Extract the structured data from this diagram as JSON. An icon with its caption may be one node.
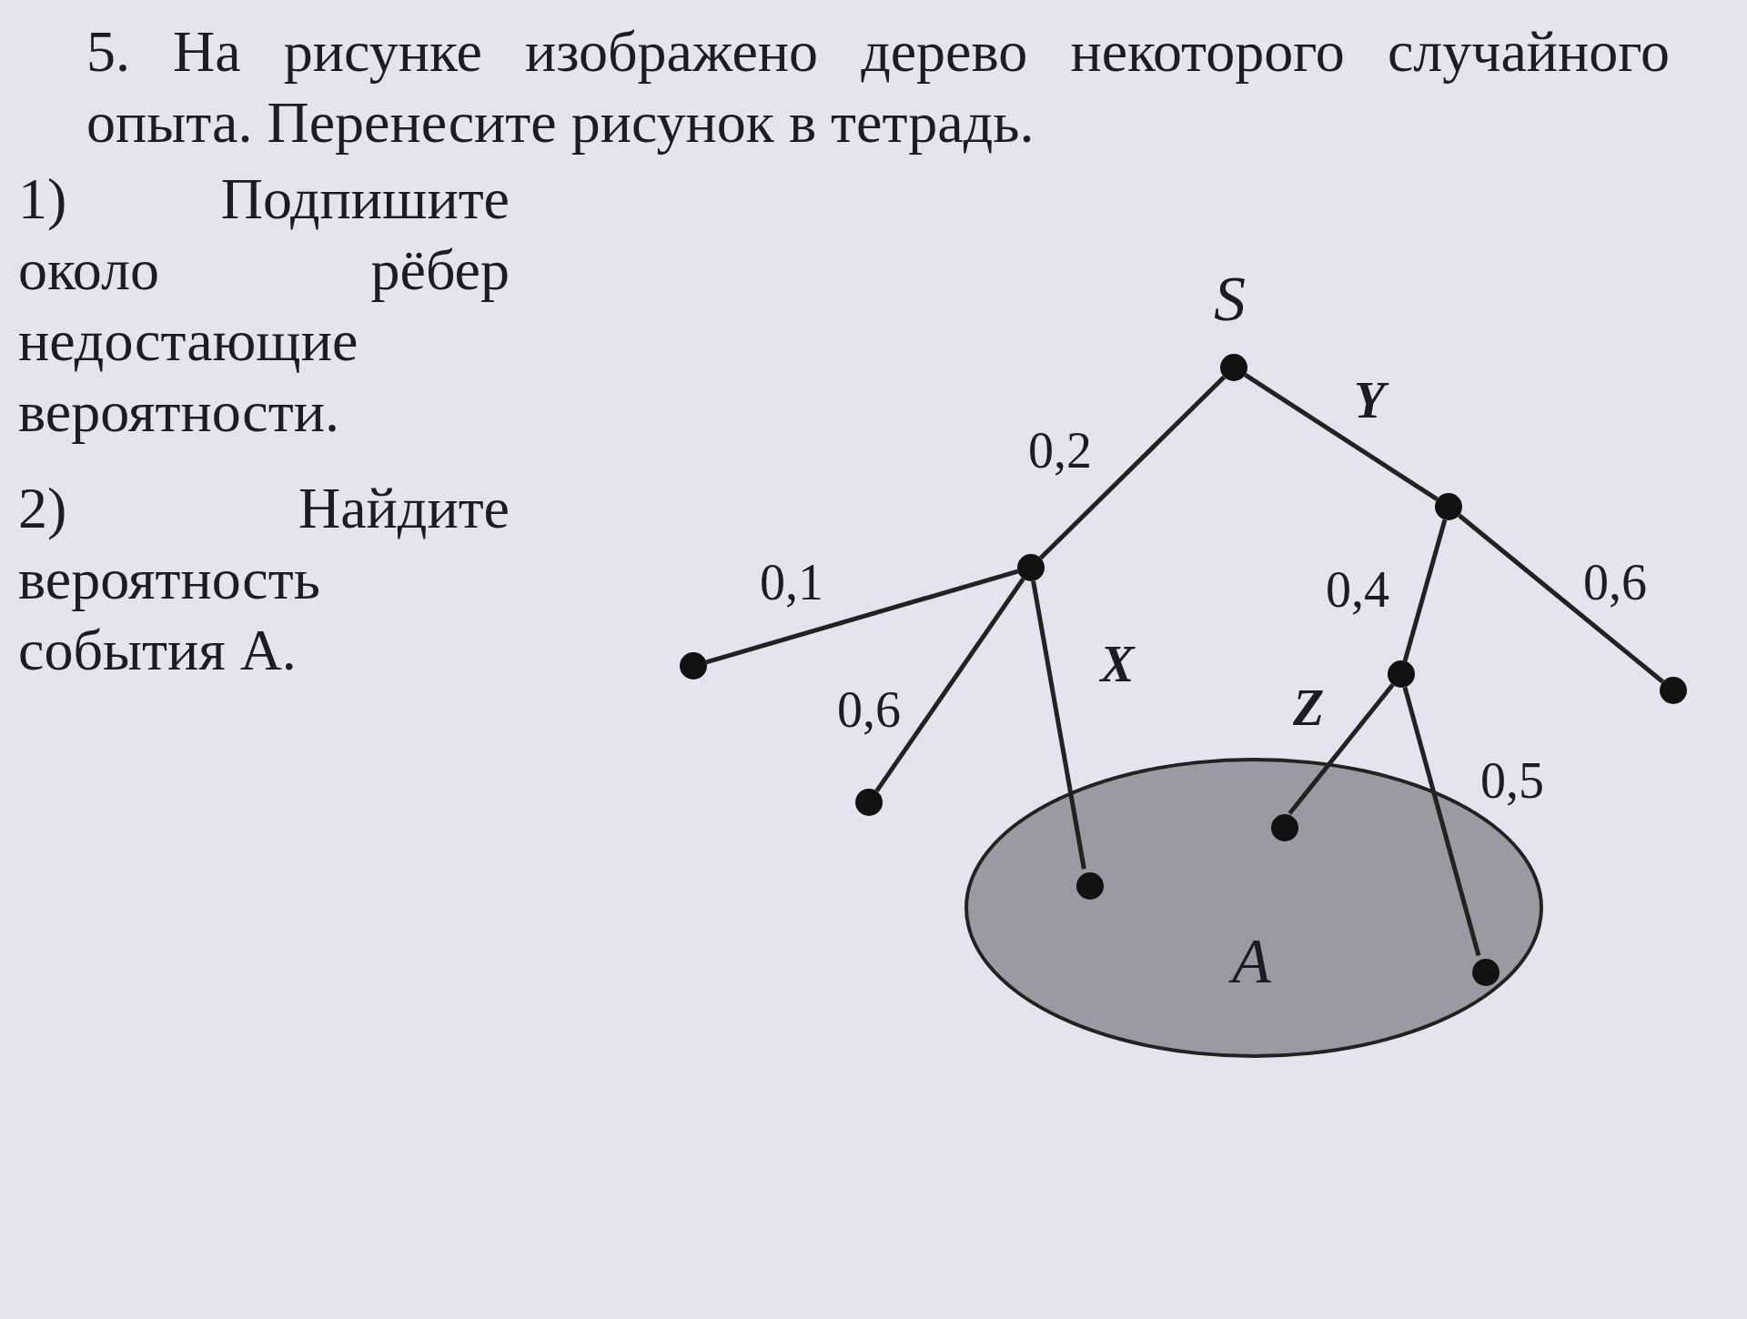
{
  "diagram": {
    "nodes": [
      {
        "text": [],
        "shape": "circle",
        "beside": [
          "S"
        ]
      },
      {
        "text": [],
        "shape": "circle"
      },
      {
        "text": [],
        "shape": "circle"
      },
      {
        "text": [],
        "shape": "circle"
      },
      {
        "text": [],
        "shape": "circle"
      },
      {
        "text": [
          "A"
        ]
      },
      {
        "text": [],
        "shape": "circle",
        "in": 5
      },
      {
        "text": [],
        "shape": "circle"
      },
      {
        "text": [],
        "shape": "circle"
      },
      {
        "text": [],
        "shape": "circle",
        "in": 5
      },
      {
        "text": [],
        "shape": "circle",
        "in": 5
      }
    ],
    "edges": [
      {
        "from": 0,
        "to": 1,
        "arrow": "none",
        "label": "0,2"
      },
      {
        "from": 0,
        "to": 2,
        "arrow": "none",
        "label": "Y"
      },
      {
        "from": 1,
        "to": 3,
        "arrow": "none",
        "label": "0,1"
      },
      {
        "from": 1,
        "to": 4,
        "arrow": "none",
        "label": "0,6"
      },
      {
        "from": 1,
        "to": 6,
        "arrow": "none",
        "label": "X"
      },
      {
        "from": 2,
        "to": 7,
        "arrow": "none",
        "label": "0,4"
      },
      {
        "from": 2,
        "to": 8,
        "arrow": "none",
        "label": "0,6"
      },
      {
        "from": 7,
        "to": 9,
        "arrow": "none",
        "label": "Z"
      },
      {
        "from": 7,
        "to": 10,
        "arrow": "none",
        "label": "0,5"
      }
    ],
    "labels": [
      "5. На рисунке изображено дерево некоторого случайного опыта. Перенесите рисунок в тетрадь.",
      "1) Подпишите около рёбер недостающие вероятности.",
      "2) Найдите вероятность события A."
    ]
  }
}
